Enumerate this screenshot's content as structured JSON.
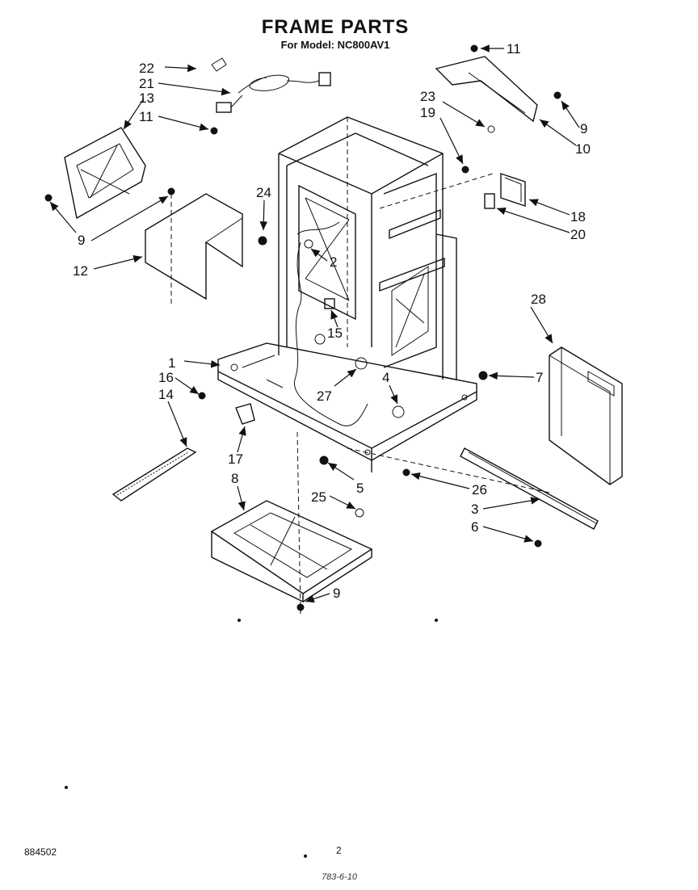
{
  "header": {
    "title": "FRAME PARTS",
    "subtitle": "For Model: NC800AV1"
  },
  "footer": {
    "doc_number": "884502",
    "page_number": "2",
    "stamp": "783-6-10"
  },
  "callouts": [
    "1",
    "2",
    "3",
    "4",
    "5",
    "6",
    "7",
    "8",
    "9",
    "10",
    "11",
    "12",
    "13",
    "14",
    "15",
    "16",
    "17",
    "18",
    "19",
    "20",
    "21",
    "22",
    "23",
    "24",
    "25",
    "26",
    "27",
    "28"
  ]
}
